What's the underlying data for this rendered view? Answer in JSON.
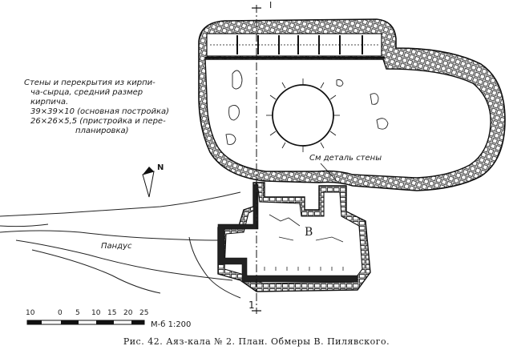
{
  "notes": {
    "line1": "Стены и перекрытия из кирпи-",
    "line2": "ча-сырца, средний размер",
    "line3": "кирпича.",
    "line4": "39×39×10 (основная постройка)",
    "line5": "26×26×5,5 (пристройка и пере-",
    "line6": "планировка)"
  },
  "labels": {
    "detail": "См деталь стены",
    "ramp": "Пандус",
    "room_b": "В",
    "north": "N",
    "section_top": "I",
    "section_bottom": "1"
  },
  "scale_bar": {
    "ticks": [
      "10",
      "0",
      "5",
      "10",
      "15",
      "20",
      "25"
    ],
    "ratio": "М-б 1:200"
  },
  "caption": "Рис. 42. Аяз-кала  № 2. План. Обмеры  В. Пилявского."
}
